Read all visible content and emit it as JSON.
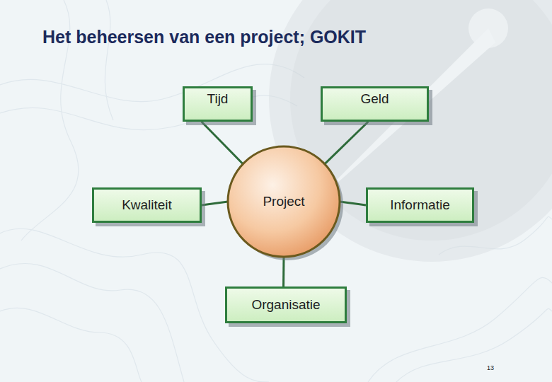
{
  "diagram": {
    "title": "Het beheersen van een project; GOKIT",
    "nodes": [
      {
        "text": [
          "Tijd"
        ]
      },
      {
        "text": [
          "Geld"
        ]
      },
      {
        "text": [
          "Kwaliteit"
        ]
      },
      {
        "text": [
          "Project"
        ]
      },
      {
        "text": [
          "Informatie"
        ]
      },
      {
        "text": [
          "Organisatie"
        ]
      }
    ],
    "edges": [
      {
        "from": 0,
        "to": 3,
        "arrow": "none"
      },
      {
        "from": 1,
        "to": 3,
        "arrow": "none"
      },
      {
        "from": 2,
        "to": 3,
        "arrow": "none"
      },
      {
        "from": 3,
        "to": 4,
        "arrow": "none"
      },
      {
        "from": 3,
        "to": 5,
        "arrow": "none"
      }
    ],
    "labels": [
      "13"
    ]
  }
}
